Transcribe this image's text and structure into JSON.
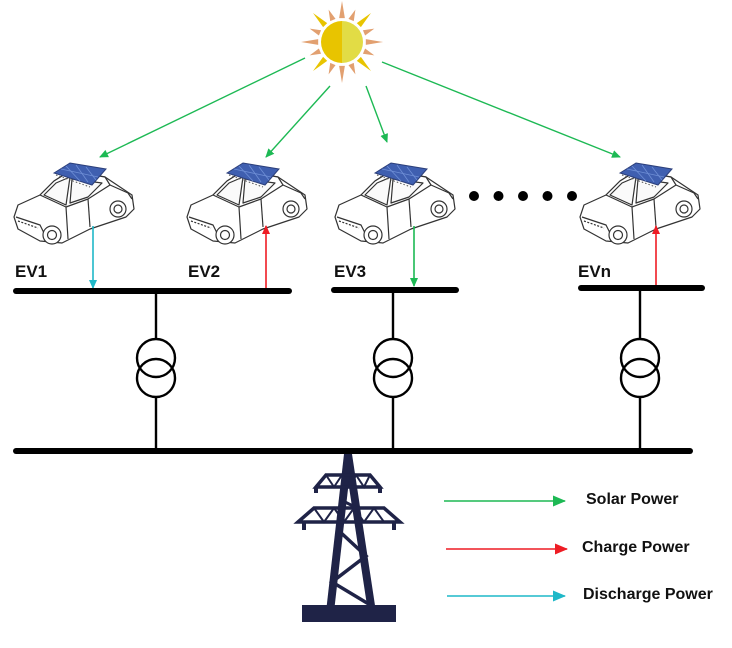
{
  "diagram": {
    "title": "",
    "colors": {
      "solar": "#1db954",
      "charge": "#ee1c24",
      "discharge": "#1fb8c8",
      "bus": "#000000",
      "tower": "#1f2347",
      "panel": "#3f5fb0",
      "sun_left": "#e8c400",
      "sun_right": "#e2dc45",
      "sun_rays": "#e2a070"
    },
    "vehicles": [
      {
        "label": "EV1",
        "flow": "discharge"
      },
      {
        "label": "EV2",
        "flow": "charge"
      },
      {
        "label": "EV3",
        "flow": "solar"
      },
      {
        "label": "EVn",
        "flow": "charge"
      }
    ],
    "ellipsis_dots": 5,
    "legend": [
      {
        "type": "solar",
        "label": "Solar Power"
      },
      {
        "type": "charge",
        "label": "Charge Power"
      },
      {
        "type": "discharge",
        "label": "Discharge Power"
      }
    ],
    "icons": [
      "sun-icon",
      "solar-car-icon",
      "transformer-icon",
      "transmission-tower-icon"
    ]
  }
}
